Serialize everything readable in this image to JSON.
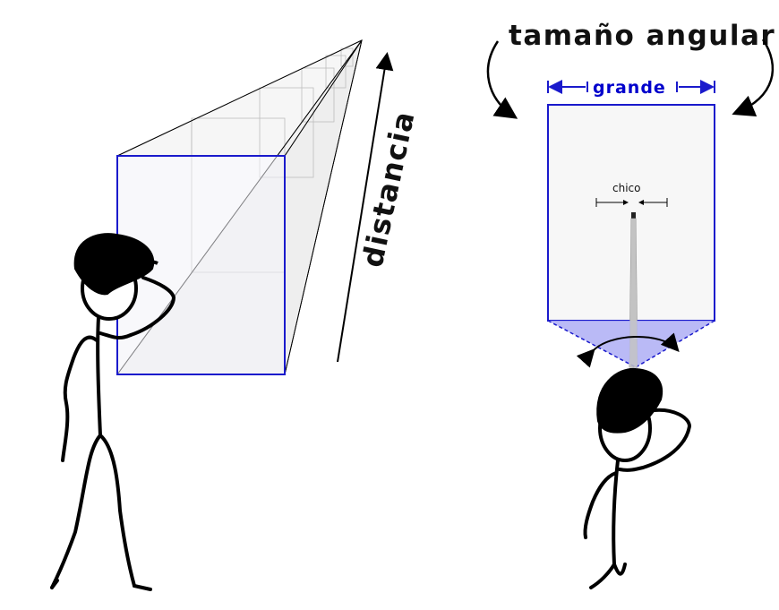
{
  "labels": {
    "angular_size": "tamaño angular",
    "large": "grande",
    "small": "chico",
    "distance": "distancia"
  },
  "colors": {
    "box_stroke": "#1a1acc",
    "cone_fill": "#b3b3f5",
    "box_fill": "#f7f7f7",
    "ink": "#000000"
  }
}
